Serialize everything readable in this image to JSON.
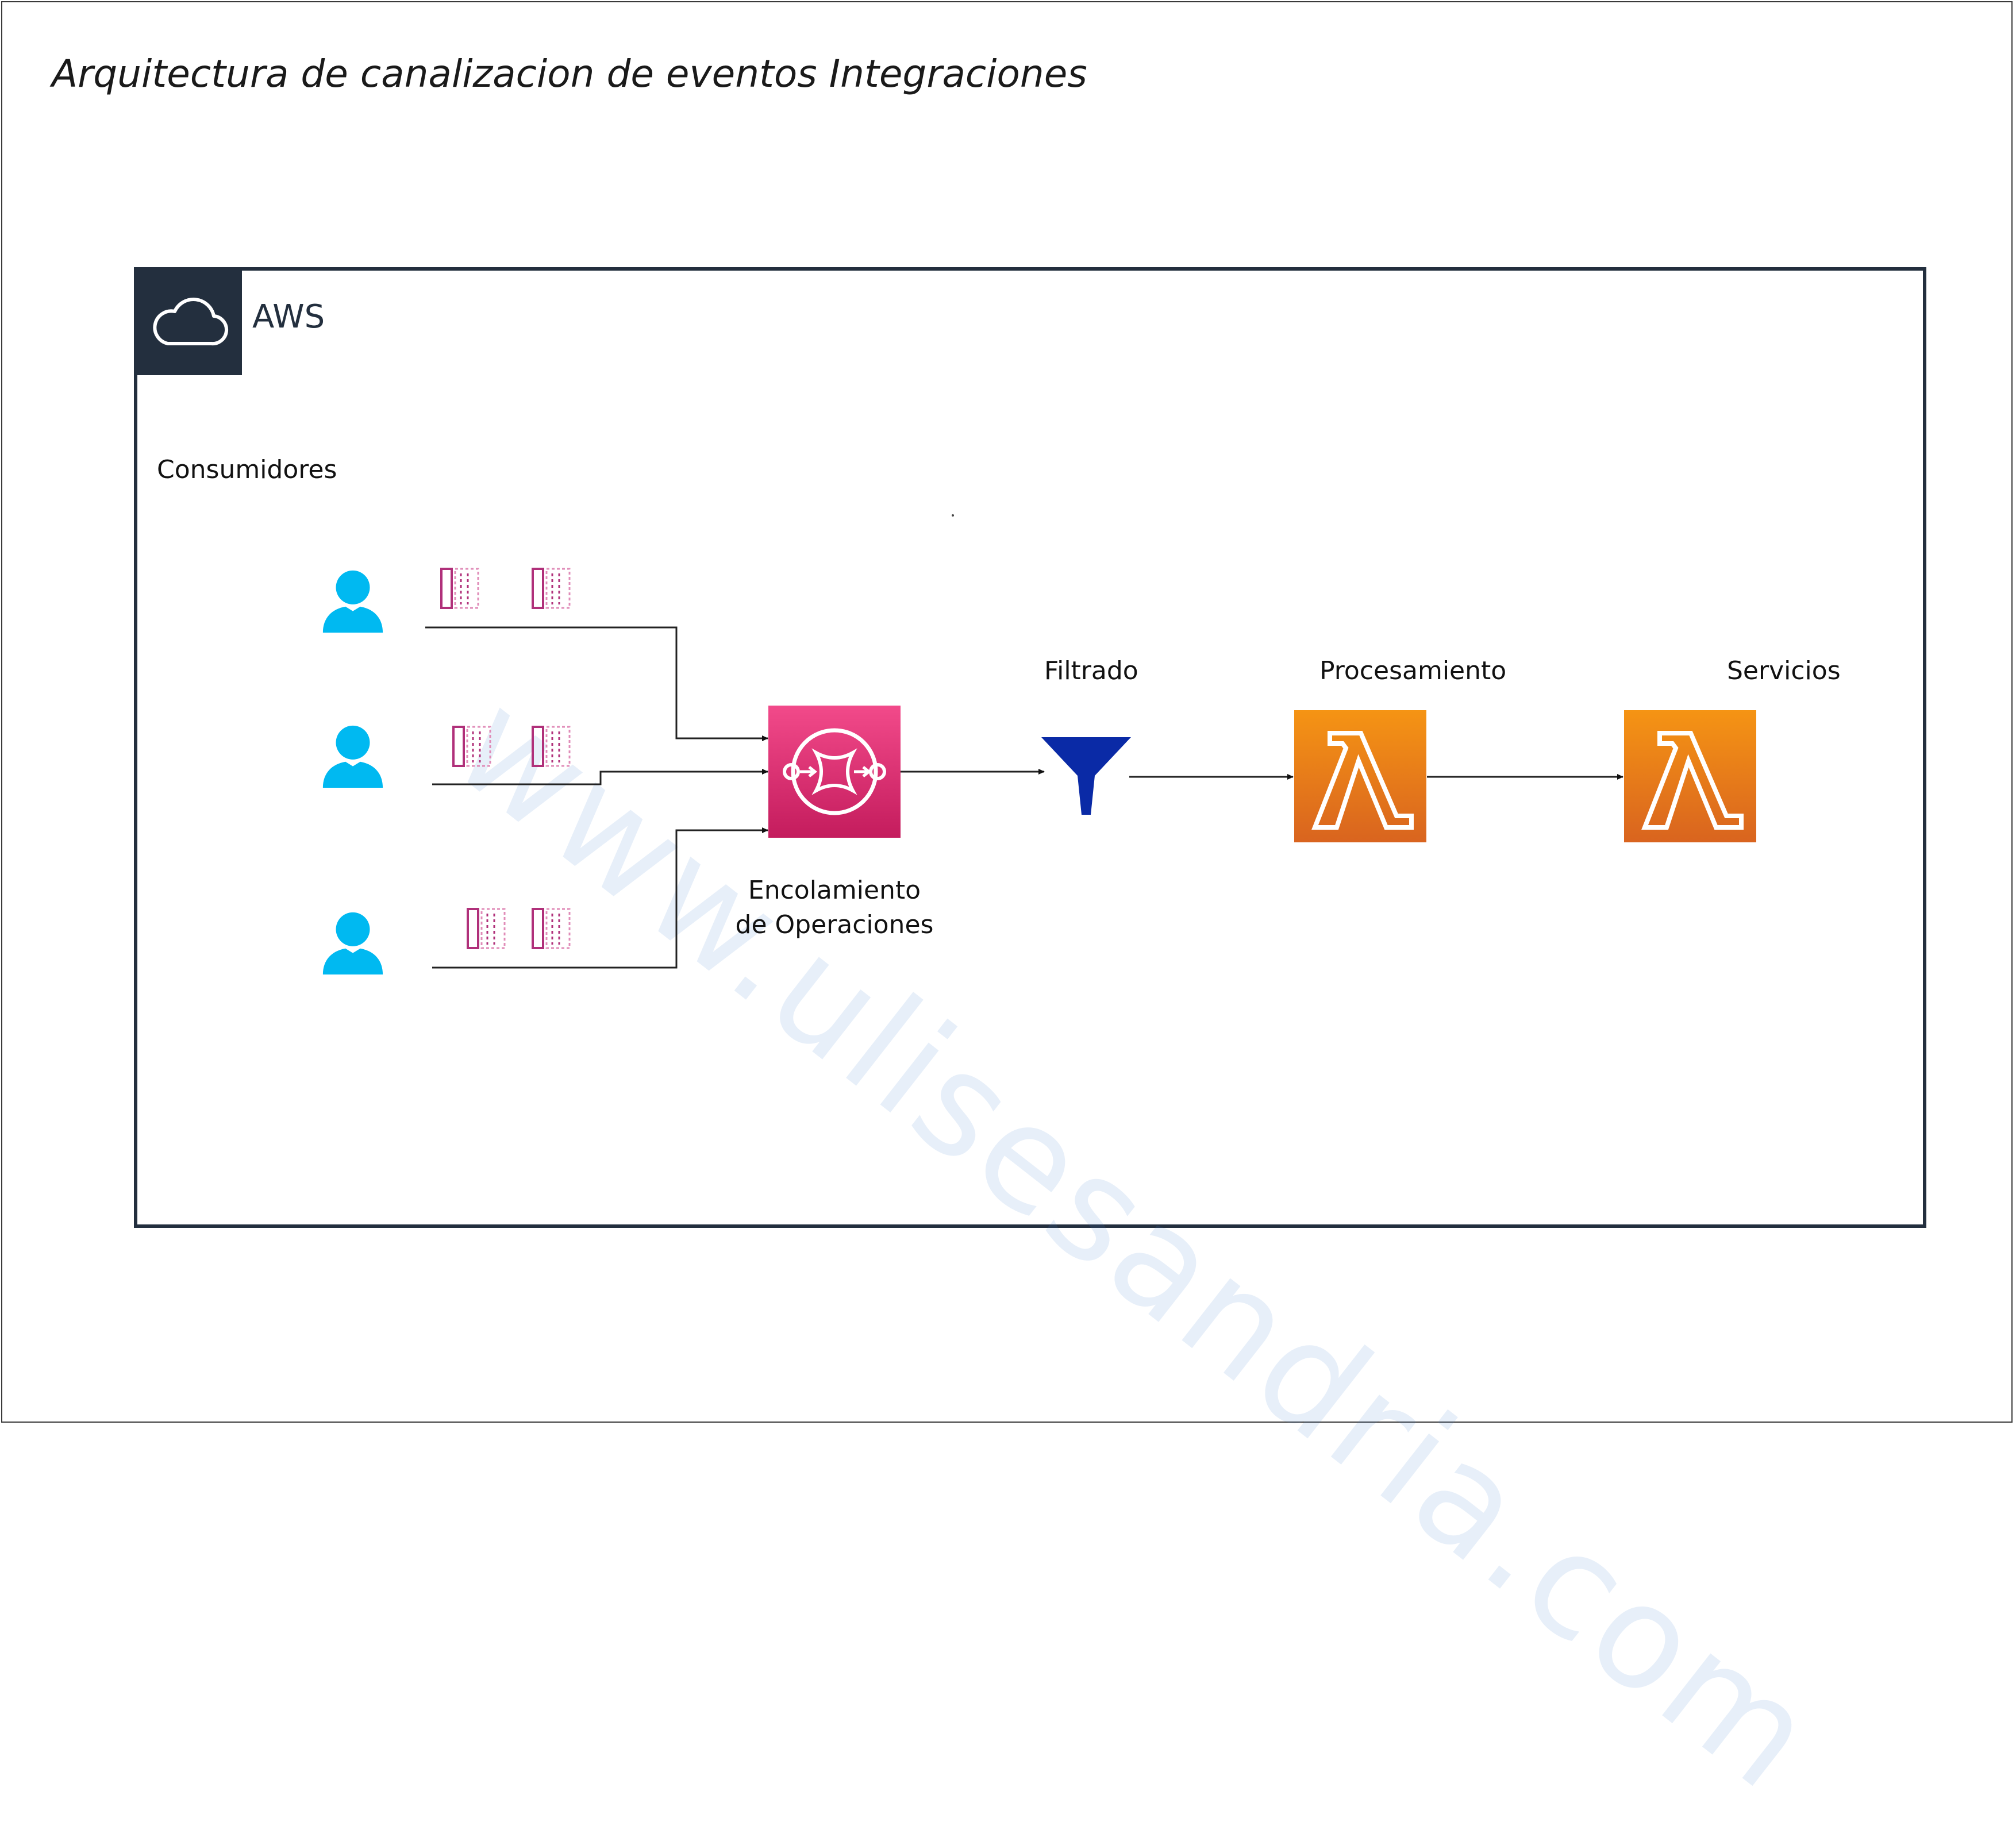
{
  "title": "Arquitectura de canalizacion de eventos Integraciones",
  "aws_group": {
    "label": "AWS",
    "icon": "cloud-icon"
  },
  "labels": {
    "consumers": "Consumidores",
    "queue_line1": "Encolamiento",
    "queue_line2": "de Operaciones",
    "filter": "Filtrado",
    "processing": "Procesamiento",
    "services": "Servicios"
  },
  "watermark": "www.ulisesandria.com",
  "colors": {
    "aws_dark": "#232f3e",
    "user": "#00b9f1",
    "sqs_pink": "#d6246e",
    "lambda_orange": "#e8741b",
    "filter_blue": "#0a2aa6",
    "message_magenta": "#b0307a"
  },
  "icons": [
    "user-icon",
    "message-icon",
    "sqs-queue-icon",
    "filter-icon",
    "lambda-icon"
  ]
}
